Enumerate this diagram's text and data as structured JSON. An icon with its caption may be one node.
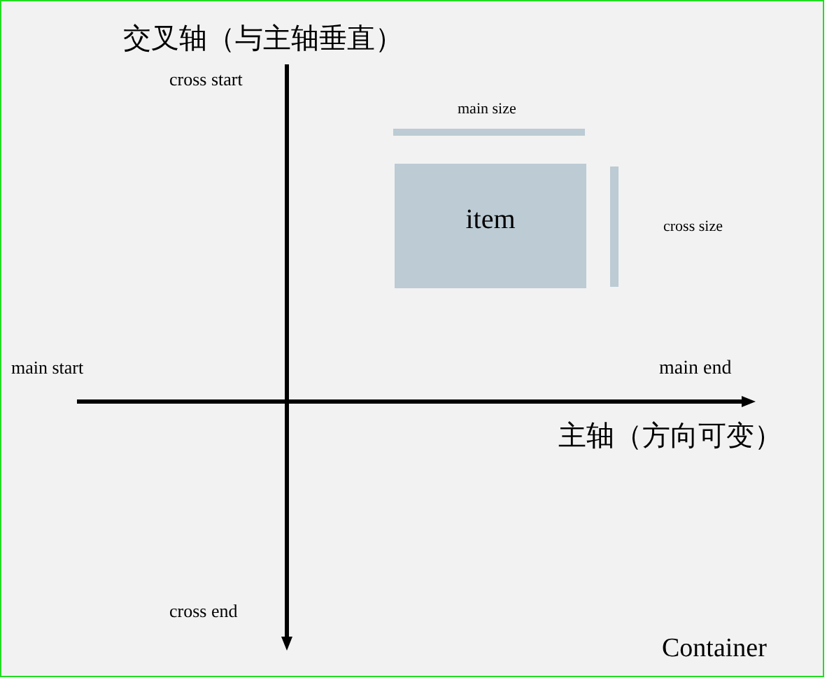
{
  "diagram": {
    "nodes": [
      {
        "text": [
          "Container"
        ]
      },
      {
        "text": [
          "item"
        ],
        "in": 0
      }
    ],
    "labels": [
      "交叉轴（与主轴垂直）",
      "cross start",
      "main size",
      "cross size",
      "main start",
      "main end",
      "主轴（方向可变）",
      "cross end"
    ]
  }
}
